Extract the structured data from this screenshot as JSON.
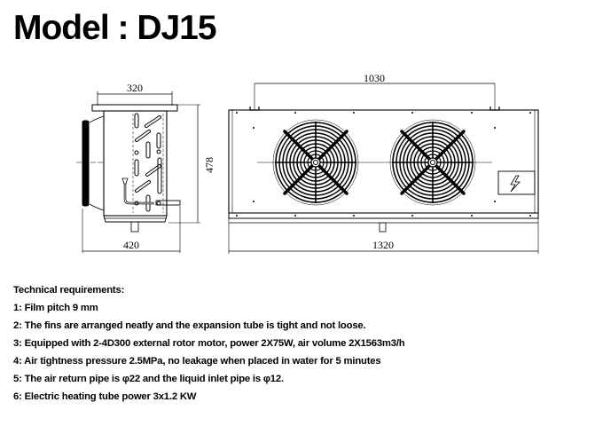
{
  "header": {
    "title": "Model : DJ15"
  },
  "side_view": {
    "dims": {
      "top_width": "320",
      "height": "478",
      "bottom_width": "420"
    }
  },
  "front_view": {
    "dims": {
      "fan_spacing": "1030",
      "total_length": "1320"
    },
    "fan_count": 2,
    "electrical_box_icon": "lightning-bolt-icon"
  },
  "requirements": {
    "heading": "Technical requirements:",
    "items": [
      "1: Film pitch 9 mm",
      "2: The fins are arranged neatly and the expansion tube is tight and not loose.",
      "3: Equipped with 2-4D300 external rotor motor, power 2X75W, air volume 2X1563m3/h",
      "4: Air tightness pressure 2.5MPa, no leakage when placed in water for 5 minutes",
      "5: The air return pipe is φ22 and the liquid inlet pipe is φ12.",
      "6: Electric heating tube power 3x1.2 KW"
    ]
  }
}
